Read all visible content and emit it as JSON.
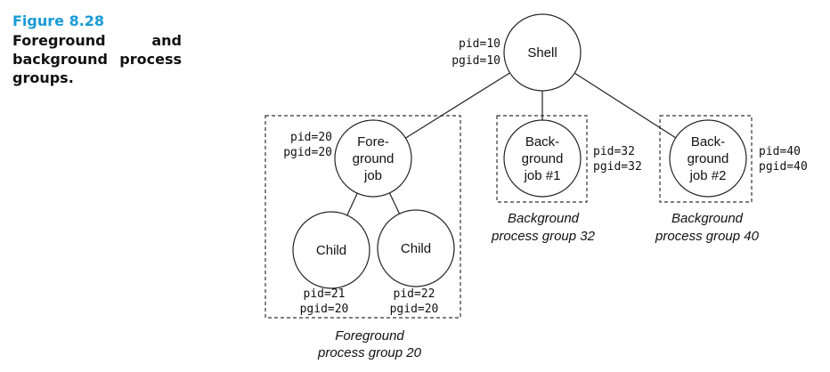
{
  "caption": {
    "number": "Figure 8.28",
    "title": "Foreground and background process groups."
  },
  "nodes": {
    "shell": {
      "lines": [
        "Shell"
      ],
      "pid": "pid=10",
      "pgid": "pgid=10"
    },
    "foreground_job": {
      "lines": [
        "Fore-",
        "ground",
        "job"
      ],
      "pid": "pid=20",
      "pgid": "pgid=20"
    },
    "child_1": {
      "lines": [
        "Child"
      ],
      "pid": "pid=21",
      "pgid": "pgid=20"
    },
    "child_2": {
      "lines": [
        "Child"
      ],
      "pid": "pid=22",
      "pgid": "pgid=20"
    },
    "background_job_1": {
      "lines": [
        "Back-",
        "ground",
        "job #1"
      ],
      "pid": "pid=32",
      "pgid": "pgid=32"
    },
    "background_job_2": {
      "lines": [
        "Back-",
        "ground",
        "job #2"
      ],
      "pid": "pid=40",
      "pgid": "pgid=40"
    }
  },
  "groups": {
    "foreground": {
      "label_lines": [
        "Foreground",
        "process group 20"
      ]
    },
    "background_32": {
      "label_lines": [
        "Background",
        "process group 32"
      ]
    },
    "background_40": {
      "label_lines": [
        "Background",
        "process group 40"
      ]
    }
  },
  "edges": [
    [
      "shell",
      "foreground_job"
    ],
    [
      "shell",
      "background_job_1"
    ],
    [
      "shell",
      "background_job_2"
    ],
    [
      "foreground_job",
      "child_1"
    ],
    [
      "foreground_job",
      "child_2"
    ]
  ]
}
